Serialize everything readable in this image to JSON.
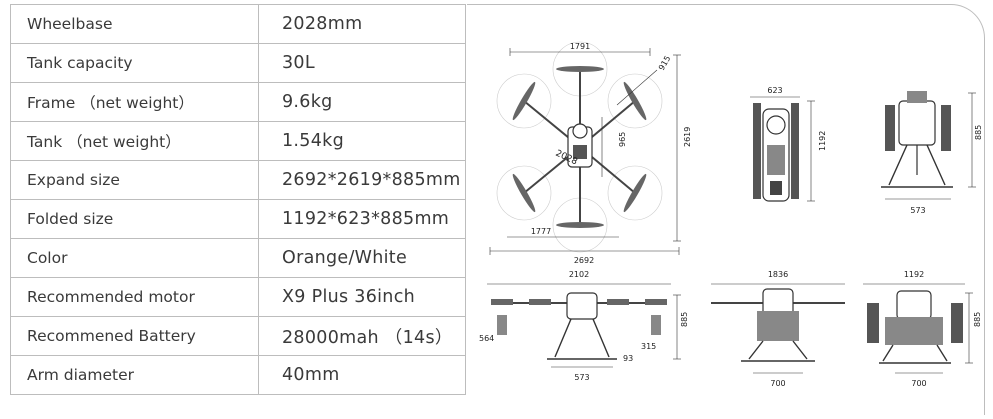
{
  "specs": [
    {
      "label": "Wheelbase",
      "value": "2028mm"
    },
    {
      "label": "Tank capacity",
      "value": "30L"
    },
    {
      "label": "Frame （net weight）",
      "value": "9.6kg"
    },
    {
      "label": "Tank （net weight）",
      "value": "1.54kg"
    },
    {
      "label": "Expand size",
      "value": "2692*2619*885mm"
    },
    {
      "label": "Folded size",
      "value": "1192*623*885mm"
    },
    {
      "label": "Color",
      "value": "Orange/White"
    },
    {
      "label": "Recommended motor",
      "value": "X9 Plus 36inch"
    },
    {
      "label": "Recommened Battery",
      "value": "28000mah （14s）"
    },
    {
      "label": "Arm diameter",
      "value": "40mm"
    }
  ],
  "dims": {
    "top_width": "1791",
    "prop_diameter": "915",
    "wheelbase": "2028",
    "arm_span": "965",
    "top_height": "2619",
    "folded_left": "1777",
    "top_total": "2692",
    "folded_top_width": "623",
    "folded_top_length": "1192",
    "folded_front_height": "885",
    "folded_front_width": "573",
    "side_total": "2102",
    "side_height": "885",
    "side_offset": "564",
    "side_small": "93",
    "side_clear": "315",
    "side_leg": "573",
    "front_total": "1836",
    "front_leg": "700",
    "folded_side_total": "1192",
    "folded_side_height": "885",
    "folded_side_leg": "700"
  }
}
